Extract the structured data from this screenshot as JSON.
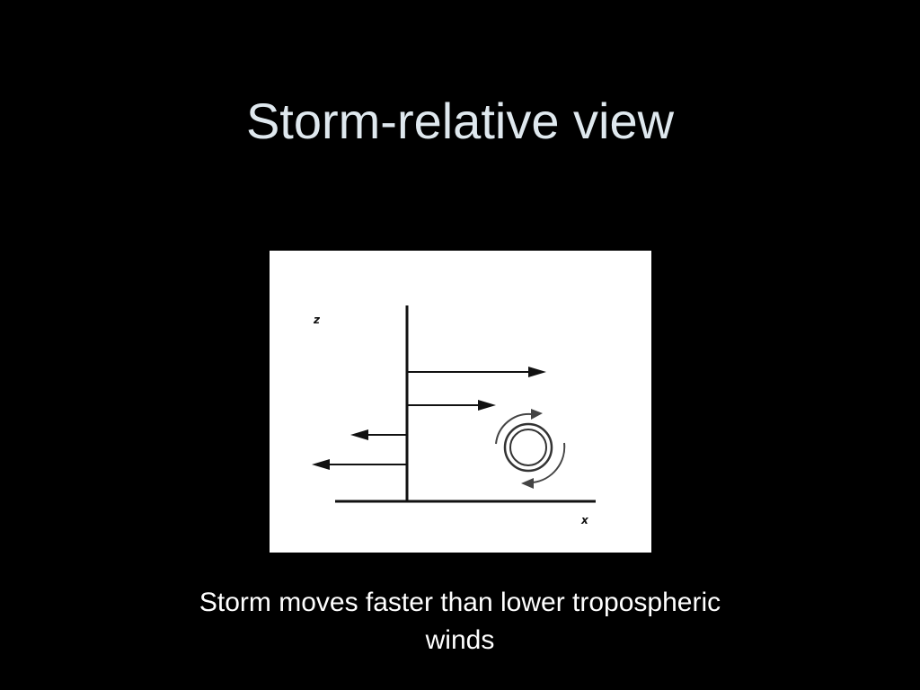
{
  "slide": {
    "title": "Storm-relative view",
    "caption_line1": "Storm moves faster than lower tropospheric",
    "caption_line2": "winds"
  },
  "diagram": {
    "z_axis_label": "z",
    "x_axis_label": "x",
    "colors": {
      "background": "#000000",
      "title": "#dfe8ee",
      "figure_background": "#ffffff",
      "lines": "#111111",
      "rotation": "#444444"
    }
  }
}
